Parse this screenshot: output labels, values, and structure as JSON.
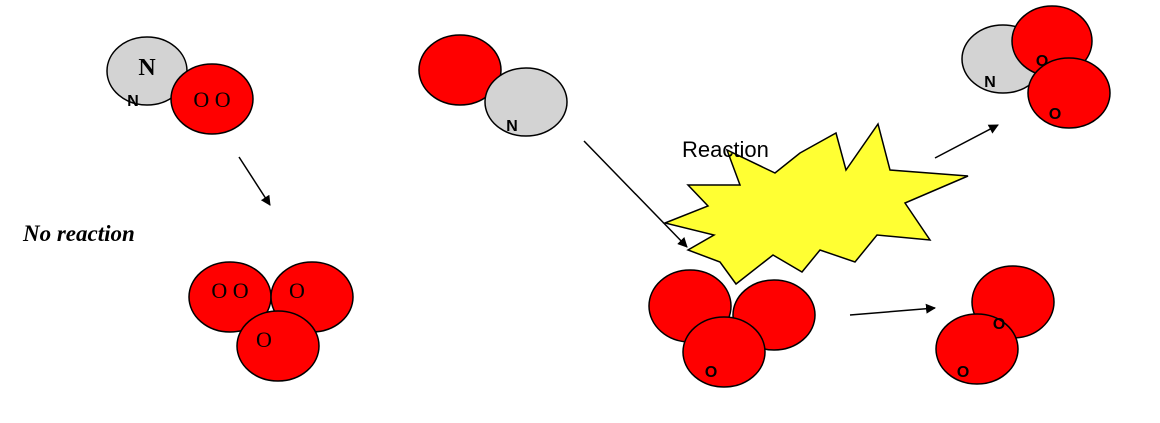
{
  "colors": {
    "oxygen": "#ff0000",
    "nitrogen": "#d3d3d3",
    "burst": "#ffff33",
    "outline": "#000000"
  },
  "labels": {
    "no_reaction": "No reaction",
    "reaction": "Reaction"
  },
  "atoms": {
    "n_top": "N",
    "n_sub": "N",
    "oo": "O O",
    "o_single": "O",
    "o_rot": "O"
  }
}
